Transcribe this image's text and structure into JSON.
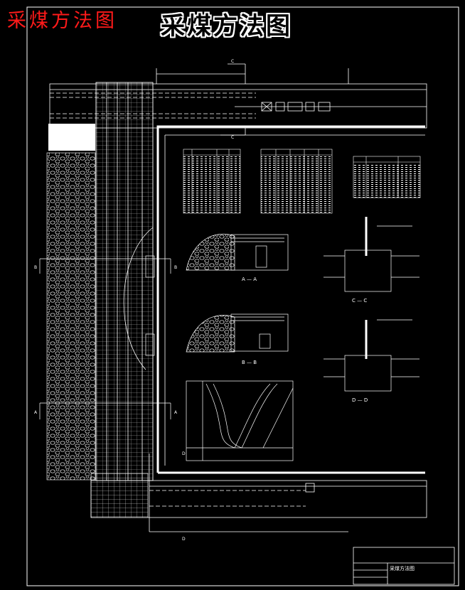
{
  "watermark": "采煤方法图",
  "title": "采煤方法图",
  "title_block": {
    "drawing_name": "采煤方法图"
  },
  "section_marks": {
    "a": "A",
    "b": "B",
    "c": "C",
    "d": "D"
  },
  "section_views": {
    "aa": "A — A",
    "bb": "B — B",
    "cc": "C — C",
    "dd": "D — D"
  },
  "colors": {
    "background": "#000000",
    "lines": "#ffffff",
    "watermark": "#ff1a1a"
  },
  "icons": [
    "rock-hatch",
    "hydraulic-support",
    "conveyor",
    "section-arrow"
  ]
}
